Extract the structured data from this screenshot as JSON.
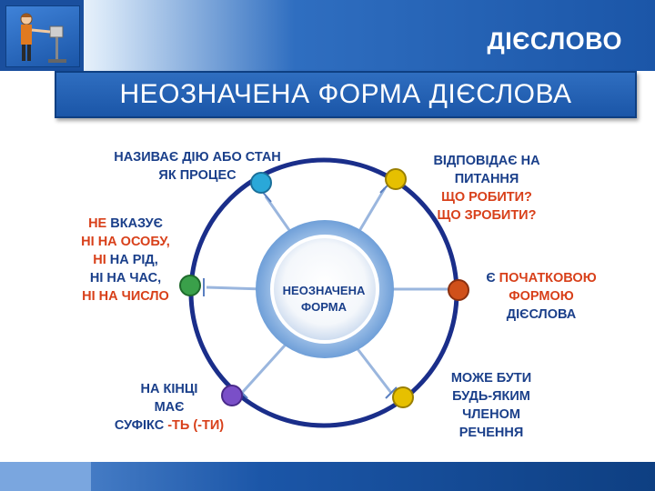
{
  "header": {
    "title": "ДІЄСЛОВО"
  },
  "subtitle": "НЕОЗНАЧЕНА ФОРМА ДІЄСЛОВА",
  "center": {
    "line1": "НЕОЗНАЧЕНА",
    "line2": "ФОРМА"
  },
  "nodes": {
    "top_left": {
      "lines": [
        "НАЗИВАЄ ДІЮ АБО СТАН",
        "ЯК ПРОЦЕС"
      ]
    },
    "top_right": {
      "lines": [
        "ВІДПОВІДАЄ НА",
        "ПИТАННЯ",
        "ЩО РОБИТИ?",
        "ЩО ЗРОБИТИ?"
      ]
    },
    "left": {
      "lines": [
        [
          "НЕ",
          " ВКАЗУЄ"
        ],
        [
          "НІ НА ОСОБУ,"
        ],
        [
          "НІ",
          " НА РІД,"
        ],
        [
          "НІ НА ЧАС,"
        ],
        [
          "НІ НА ЧИСЛО"
        ]
      ]
    },
    "right": {
      "lines": [
        [
          "Є",
          " ПОЧАТКОВОЮ"
        ],
        [
          "ФОРМОЮ"
        ],
        [
          "ДІЄСЛОВА"
        ]
      ]
    },
    "bottom_left": {
      "lines": [
        [
          "НА КІНЦІ"
        ],
        [
          "МАЄ"
        ],
        [
          "СУФІКС ",
          "-ТЬ (-ТИ)"
        ]
      ]
    },
    "bottom_right": {
      "lines": [
        "МОЖЕ БУТИ",
        "БУДЬ-ЯКИМ",
        "ЧЛЕНОМ",
        "РЕЧЕННЯ"
      ]
    }
  },
  "colors": {
    "accent_blue": "#1a3f8a",
    "accent_red": "#d8401a",
    "node_cyan": "#2aa8d8",
    "node_yellow": "#e6c000",
    "node_green": "#3aa04a",
    "node_orange": "#d0501a",
    "node_purple": "#7a4fc8"
  }
}
